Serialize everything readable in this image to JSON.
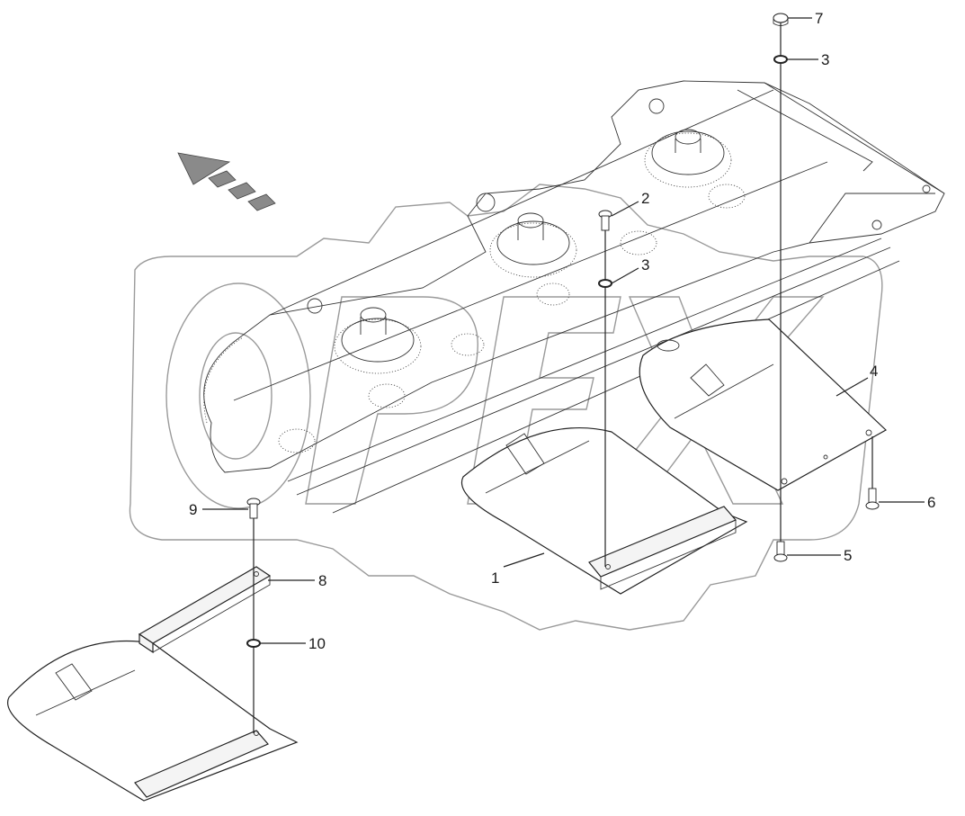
{
  "watermark": {
    "text": "OPEX"
  },
  "callouts": {
    "c1": "1",
    "c2": "2",
    "c3a": "3",
    "c3b": "3",
    "c4": "4",
    "c5": "5",
    "c6": "6",
    "c7": "7",
    "c8": "8",
    "c9": "9",
    "c10": "10"
  },
  "colors": {
    "line": "#222222",
    "watermark": "#9a9a9a",
    "arrow": "#777777"
  }
}
